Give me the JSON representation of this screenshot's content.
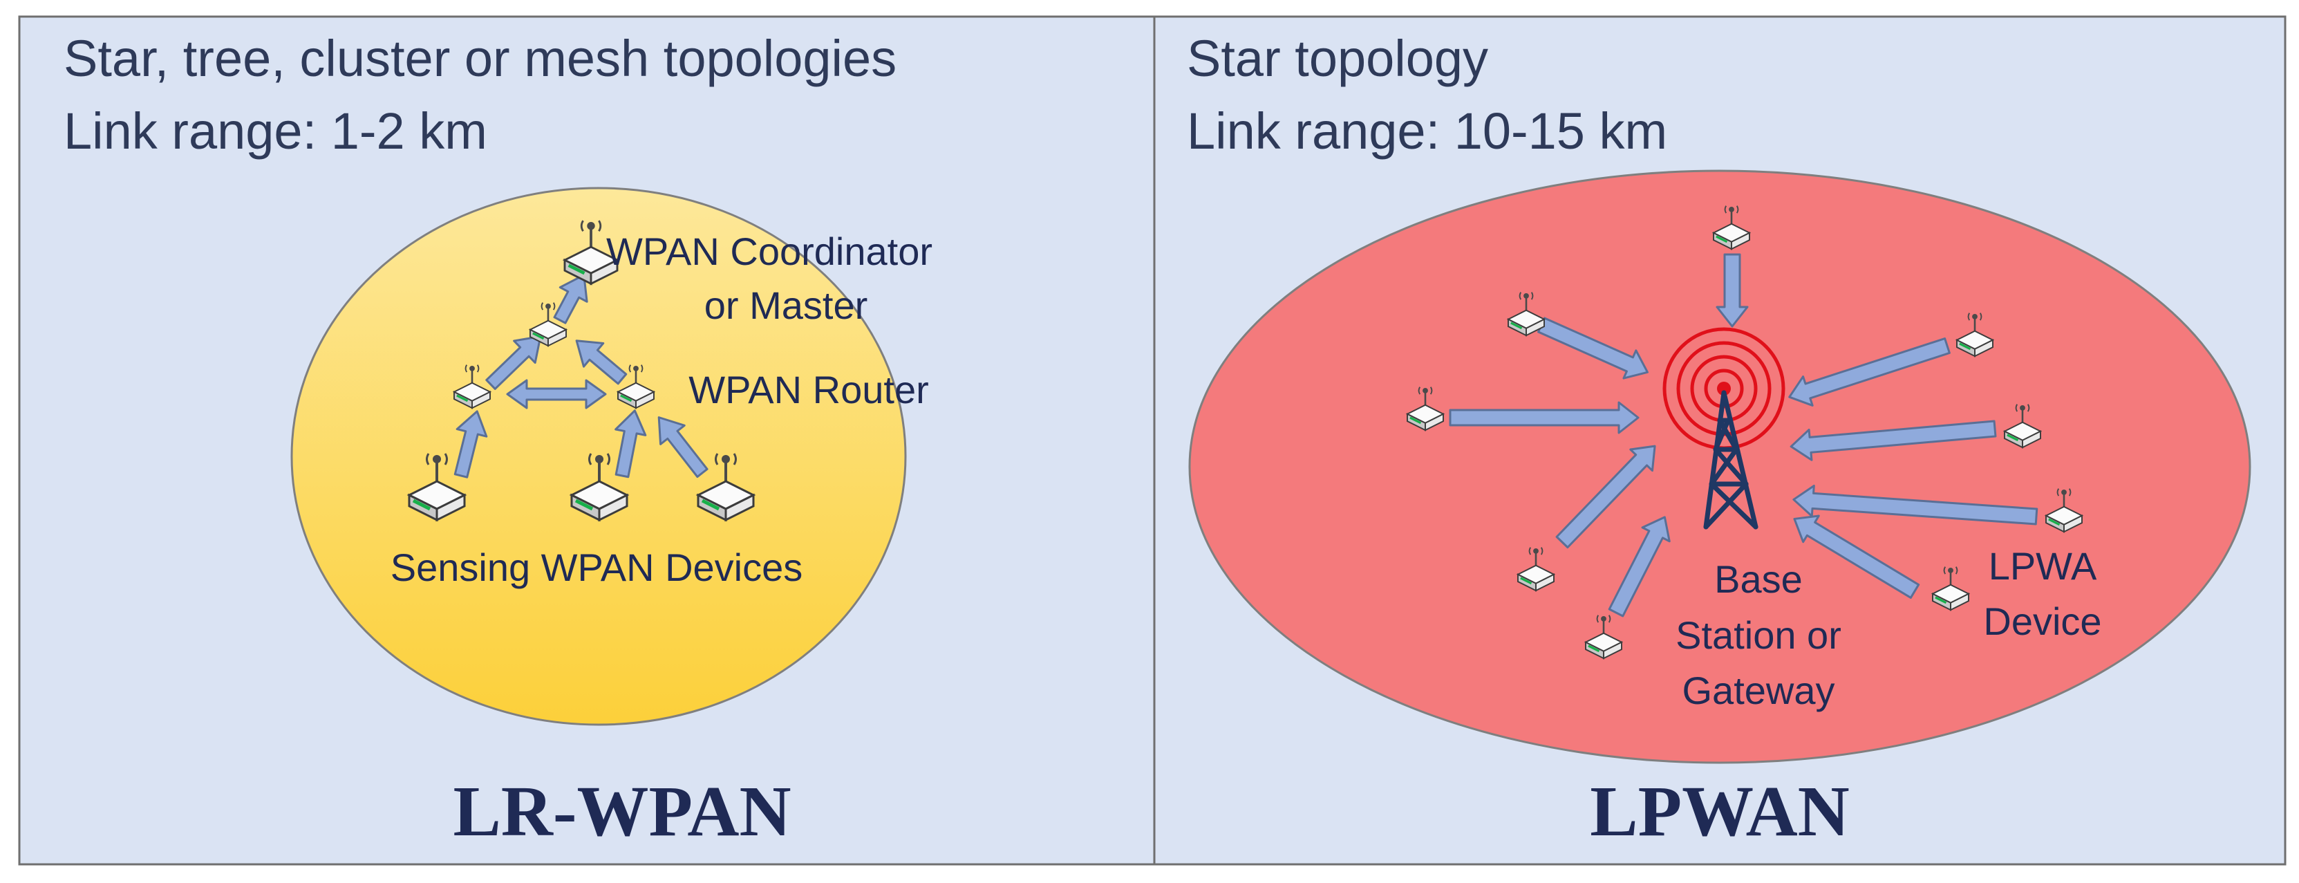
{
  "panels": {
    "left": {
      "heading_line1": "Star, tree, cluster or mesh topologies",
      "heading_line2": "Link range: 1-2 km",
      "title": "LR-WPAN",
      "coordinator_line1": "WPAN Coordinator",
      "coordinator_line2": "or Master",
      "router": "WPAN Router",
      "devices": "Sensing WPAN Devices"
    },
    "right": {
      "heading_line1": "Star topology",
      "heading_line2": "Link range: 10-15 km",
      "title": "LPWAN",
      "base_line1": "Base",
      "base_line2": "Station or",
      "base_line3": "Gateway",
      "device_line1": "LPWA",
      "device_line2": "Device"
    }
  },
  "colors": {
    "background": "#dae3f3",
    "coverage_lrwpan_top": "#fde89a",
    "coverage_lrwpan_bottom": "#fcd03a",
    "coverage_lpwan": "#f47a7c",
    "arrow_fill": "#8faadc",
    "tower": "#1f3864",
    "radio_waves": "#e0101a",
    "text": "#1f2a55"
  },
  "icons": {
    "node": "wireless-router-icon",
    "gateway": "cell-tower-icon"
  }
}
